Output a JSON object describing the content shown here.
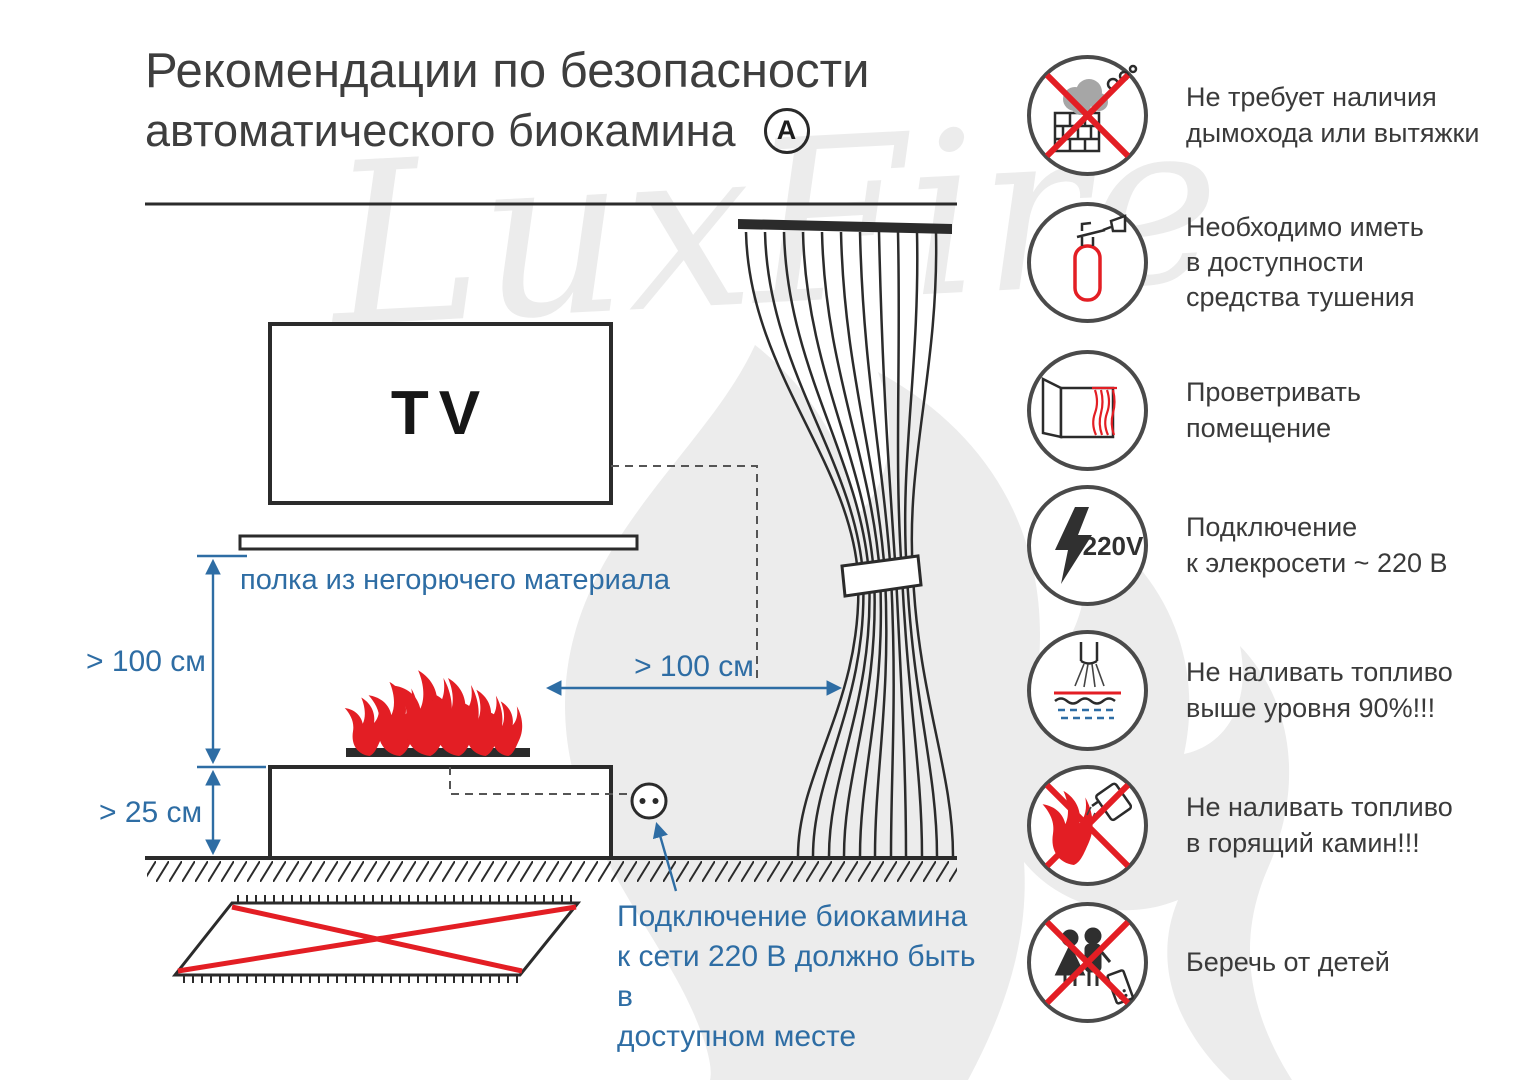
{
  "colors": {
    "blue": "#2e6da4",
    "red": "#e31e24",
    "ink": "#2b2b2b",
    "text": "#3a3a3a",
    "wm": "#ececec"
  },
  "title": {
    "line1": "Рекомендации по безопасности",
    "line2": "автоматического биокамина",
    "badge": "A"
  },
  "watermark": {
    "brand": "LuxFire"
  },
  "diagram": {
    "tv_label": "TV",
    "shelf_label": "полка из негорючего материала",
    "dim_shelf_to_fireplace": "> 100 см",
    "dim_fireplace_height": "> 25 см",
    "dim_to_curtain": "> 100 см",
    "outlet_note": "Подключение биокамина\nк сети 220 В должно быть в\nдоступном месте"
  },
  "safety": {
    "items": [
      {
        "icon": "no-chimney-icon",
        "text": "Не требует наличия\nдымохода или вытяжки"
      },
      {
        "icon": "extinguisher-icon",
        "text": "Необходимо иметь\nв доступности\nсредства тушения"
      },
      {
        "icon": "ventilate-icon",
        "text": "Проветривать\nпомещение"
      },
      {
        "icon": "power-220v-icon",
        "badge": "220V",
        "text": "Подключение\nк элекросети ~ 220 В"
      },
      {
        "icon": "fuel-level-icon",
        "text": "Не наливать топливо\nвыше уровня 90%!!!"
      },
      {
        "icon": "no-refill-burning-icon",
        "text": "Не наливать топливо\nв горящий камин!!!"
      },
      {
        "icon": "keep-away-children-icon",
        "text": "Беречь от детей"
      }
    ]
  }
}
